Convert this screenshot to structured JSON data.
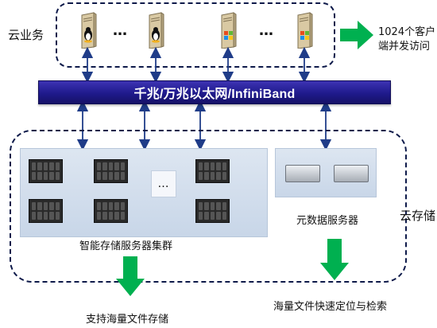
{
  "cloud_business": {
    "label": "云业务",
    "ellipsis": "…",
    "server_icons": [
      "linux-server-icon",
      "linux-server-icon",
      "windows-server-icon",
      "windows-server-icon"
    ]
  },
  "client_access": {
    "line1": "1024个客户",
    "line2": "端并发访问"
  },
  "network": {
    "label": "千兆/万兆以太网/InfiniBand"
  },
  "cloud_storage": {
    "label": "云存储",
    "storage_cluster": {
      "label": "智能存储服务器集群",
      "ellipsis": "…"
    },
    "metadata_servers": {
      "label": "元数据服务器"
    }
  },
  "captions": {
    "massive_storage": "支持海量文件存储",
    "fast_locate": "海量文件快速定位与检索"
  },
  "colors": {
    "network_bar": "#1f1a8c",
    "arrow_green": "#00b050",
    "connector": "#1f3c88",
    "frame": "#0e1a4a"
  }
}
